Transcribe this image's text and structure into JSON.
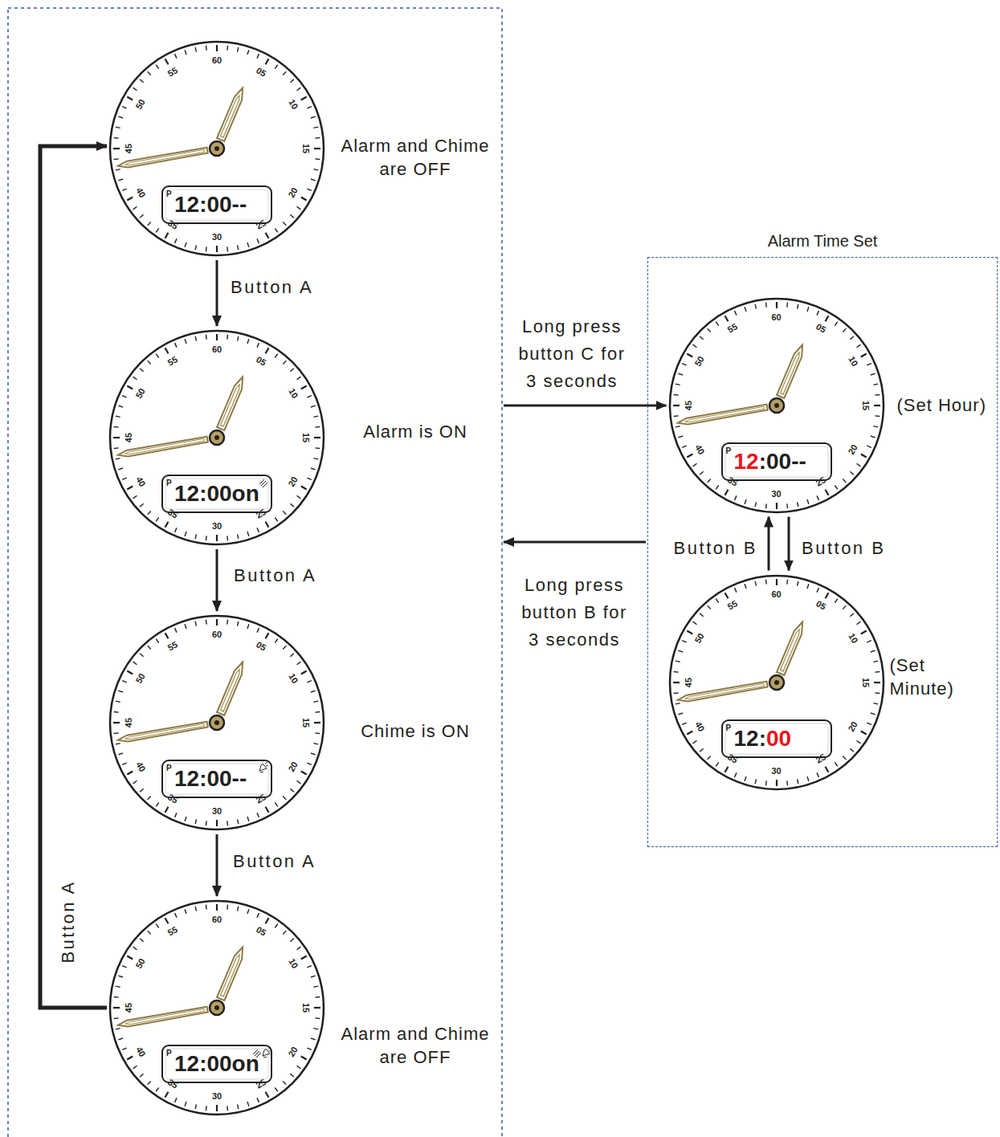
{
  "diagram": {
    "nodes": [
      {
        "text": [
          "60",
          "05",
          "10",
          "15",
          "20",
          "25",
          "30",
          "35",
          "40",
          "45",
          "50",
          "55",
          "P",
          "12:00--",
          "Alarm and Chime are OFF"
        ]
      },
      {
        "text": [
          "60",
          "05",
          "10",
          "15",
          "20",
          "25",
          "30",
          "35",
          "40",
          "45",
          "50",
          "55",
          "P",
          "12:00on",
          "Alarm is ON"
        ]
      },
      {
        "text": [
          "60",
          "05",
          "10",
          "15",
          "20",
          "25",
          "30",
          "35",
          "40",
          "45",
          "50",
          "55",
          "P",
          "12:00--",
          "Chime is ON"
        ]
      },
      {
        "text": [
          "60",
          "05",
          "10",
          "15",
          "20",
          "25",
          "30",
          "35",
          "40",
          "45",
          "50",
          "55",
          "P",
          "12:00on",
          "Alarm and Chime are OFF"
        ]
      },
      {
        "text": [
          "Alarm Time Set"
        ]
      },
      {
        "text": [
          "60",
          "05",
          "10",
          "15",
          "20",
          "25",
          "30",
          "35",
          "40",
          "45",
          "50",
          "55",
          "P",
          "12",
          ":00--",
          "(Set Hour)"
        ],
        "in": 4
      },
      {
        "text": [
          "60",
          "05",
          "10",
          "15",
          "20",
          "25",
          "30",
          "35",
          "40",
          "45",
          "50",
          "55",
          "P",
          "12:",
          "00",
          "(Set Minute)"
        ],
        "in": 4
      }
    ],
    "edges": [
      {
        "from": 0,
        "to": 1,
        "arrow": "to",
        "label": "Button A"
      },
      {
        "from": 1,
        "to": 2,
        "arrow": "to",
        "label": "Button A"
      },
      {
        "from": 2,
        "to": 3,
        "arrow": "to",
        "label": "Button A"
      },
      {
        "from": 3,
        "to": 0,
        "arrow": "to",
        "label": "Button A"
      },
      {
        "from": 1,
        "to": 5,
        "arrow": "to",
        "label": "Long press button C for 3 seconds"
      },
      {
        "from": 4,
        "to": 1,
        "arrow": "to",
        "label": "Long press button B for 3 seconds"
      },
      {
        "from": 5,
        "to": 6,
        "arrow": "to",
        "label": "Button B"
      },
      {
        "from": 6,
        "to": 5,
        "arrow": "to",
        "label": "Button B"
      }
    ]
  }
}
